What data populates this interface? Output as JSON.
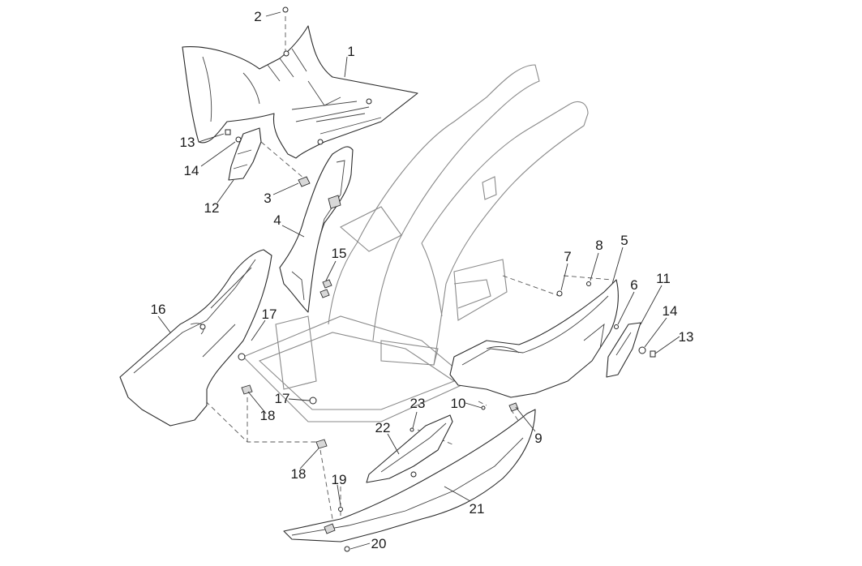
{
  "callouts": [
    "1",
    "2",
    "3",
    "4",
    "5",
    "6",
    "7",
    "8",
    "9",
    "10",
    "11",
    "12",
    "13",
    "13",
    "14",
    "14",
    "15",
    "16",
    "17",
    "17",
    "18",
    "18",
    "19",
    "20",
    "21",
    "22",
    "23"
  ]
}
